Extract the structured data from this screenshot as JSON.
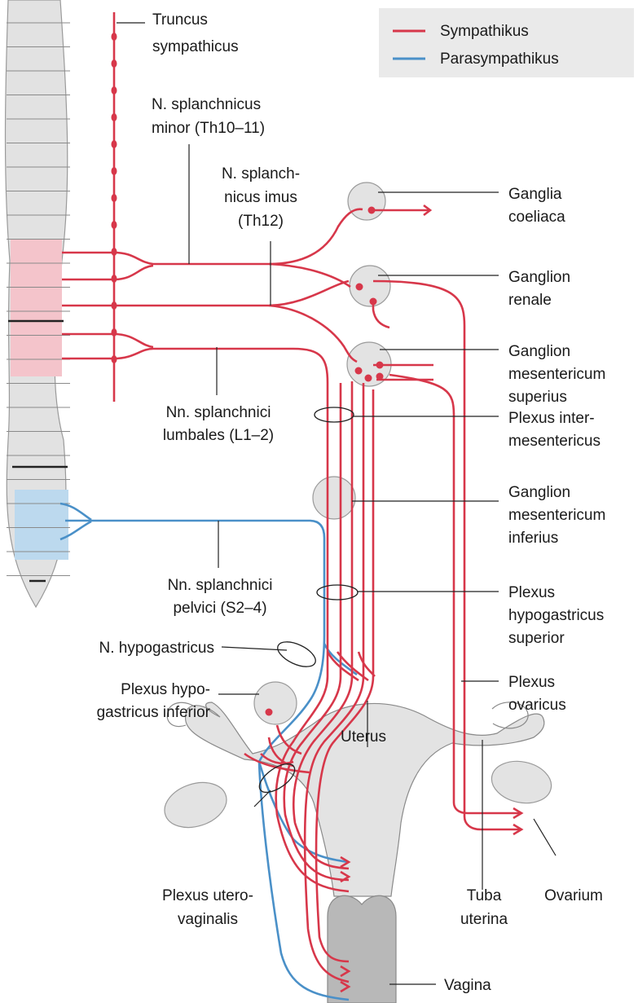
{
  "legend": {
    "items": [
      {
        "label": "Sympathikus",
        "color": "#d7374a"
      },
      {
        "label": "Parasympathikus",
        "color": "#4a90c8"
      }
    ]
  },
  "colors": {
    "sympathetic": "#d7374a",
    "parasympathetic": "#4a90c8",
    "spine_sympathetic": "#f4c4cb",
    "spine_parasympathetic": "#bcd9ee",
    "organ": "#e3e3e3",
    "vagina": "#b8b8b8"
  },
  "labels": {
    "truncus": [
      "Truncus",
      "sympathicus"
    ],
    "splanchnicus_minor": [
      "N. splanchnicus",
      "minor (Th10–11)"
    ],
    "splanchnicus_imus": [
      "N. splanch-",
      "nicus imus",
      "(Th12)"
    ],
    "splanchnici_lumbales": [
      "Nn. splanchnici",
      "lumbales (L1–2)"
    ],
    "splanchnici_pelvici": [
      "Nn. splanchnici",
      "pelvici (S2–4)"
    ],
    "ganglia_coeliaca": [
      "Ganglia",
      "coeliaca"
    ],
    "ganglion_renale": [
      "Ganglion",
      "renale"
    ],
    "ganglion_mes_sup": [
      "Ganglion",
      "mesentericum",
      "superius"
    ],
    "plexus_intermes": [
      "Plexus inter-",
      "mesentericus"
    ],
    "ganglion_mes_inf": [
      "Ganglion",
      "mesentericum",
      "inferius"
    ],
    "plexus_hypo_sup": [
      "Plexus",
      "hypogastricus",
      "superior"
    ],
    "plexus_ovaricus": [
      "Plexus",
      "ovaricus"
    ],
    "n_hypogastricus": [
      "N. hypogastricus"
    ],
    "plexus_hypo_inf": [
      "Plexus hypo-",
      "gastricus inferior"
    ],
    "uterus": [
      "Uterus"
    ],
    "plexus_uterovaginalis": [
      "Plexus utero-",
      "vaginalis"
    ],
    "tuba_uterina": [
      "Tuba",
      "uterina"
    ],
    "ovarium": [
      "Ovarium"
    ],
    "vagina": [
      "Vagina"
    ]
  }
}
